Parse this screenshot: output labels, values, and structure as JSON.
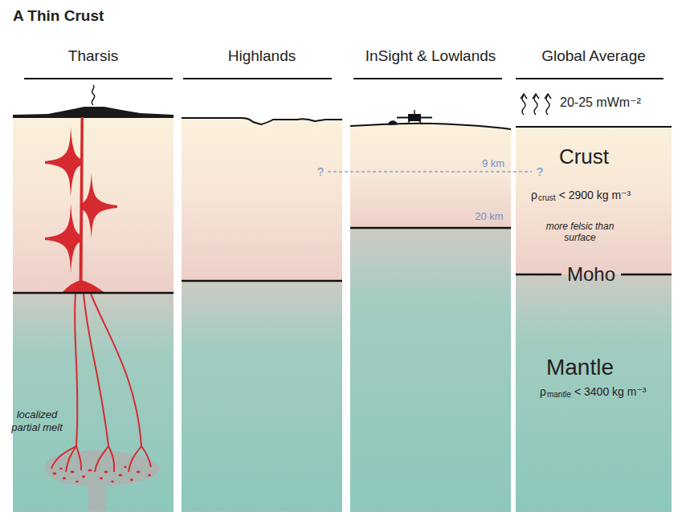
{
  "diagram": {
    "title": "A Thin Crust",
    "nodes": [
      {
        "text": [
          "Tharsis",
          "localized partial melt"
        ]
      },
      {
        "text": [
          "Highlands",
          "?"
        ]
      },
      {
        "text": [
          "InSight & Lowlands",
          "9 km",
          "20 km"
        ]
      },
      {
        "text": [
          "Global Average",
          "20-25 mWm⁻²",
          "?",
          "Crust",
          "ρ",
          "crust",
          "< 2900 kg m⁻³",
          "more felsic than surface",
          "Moho",
          "Mantle",
          "ρ",
          "mantle",
          "< 3400 kg m⁻³"
        ]
      }
    ]
  }
}
